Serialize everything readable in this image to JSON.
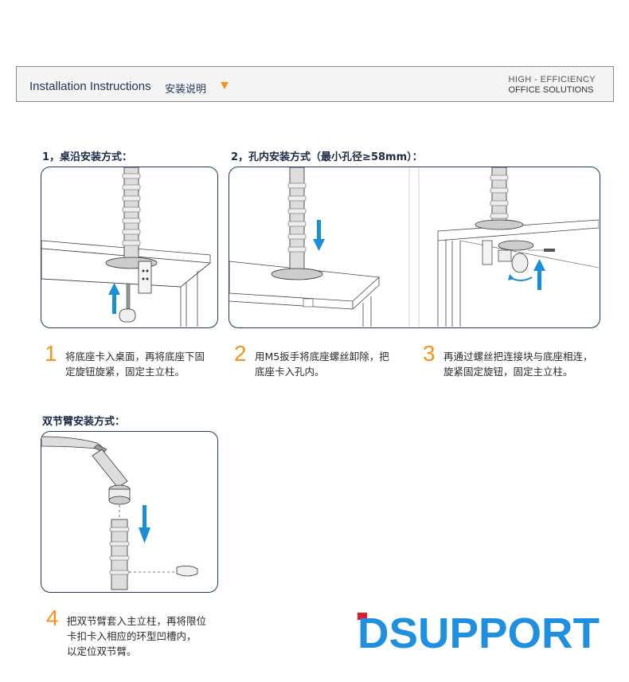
{
  "header": {
    "title_en": "Installation Instructions",
    "title_cn": "安装说明",
    "slogan_line1": "HIGH  - EFFICIENCY",
    "slogan_line2": "OFFICE SOLUTIONS"
  },
  "sections": {
    "desk_edge": "1，桌沿安装方式：",
    "hole": "2，孔内安装方式（最小孔径≥58mm）：",
    "double_arm": "双节臂安装方式："
  },
  "steps": [
    {
      "num": "1",
      "line1": "将底座卡入桌面，再将底座下固",
      "line2": "定旋钮旋紧，固定主立柱。"
    },
    {
      "num": "2",
      "line1": "用M5扳手将底座螺丝卸除，把",
      "line2": "底座卡入孔内。"
    },
    {
      "num": "3",
      "line1": "再通过螺丝把连接块与底座相连，",
      "line2": "旋紧固定旋钮，固定主立柱。"
    },
    {
      "num": "4",
      "line1": "把双节臂套入主立柱，再将限位",
      "line2": "卡扣卡入相应的环型凹槽内，",
      "line3": "以定位双节臂。"
    }
  ],
  "logo": {
    "text": "DSUPPORT",
    "accent_color": "#e01d2d",
    "brand_color": "#1f8fe0"
  },
  "colors": {
    "frame": "#223a5e",
    "step_number": "#f2941b",
    "arrow": "#1a8fd8"
  }
}
